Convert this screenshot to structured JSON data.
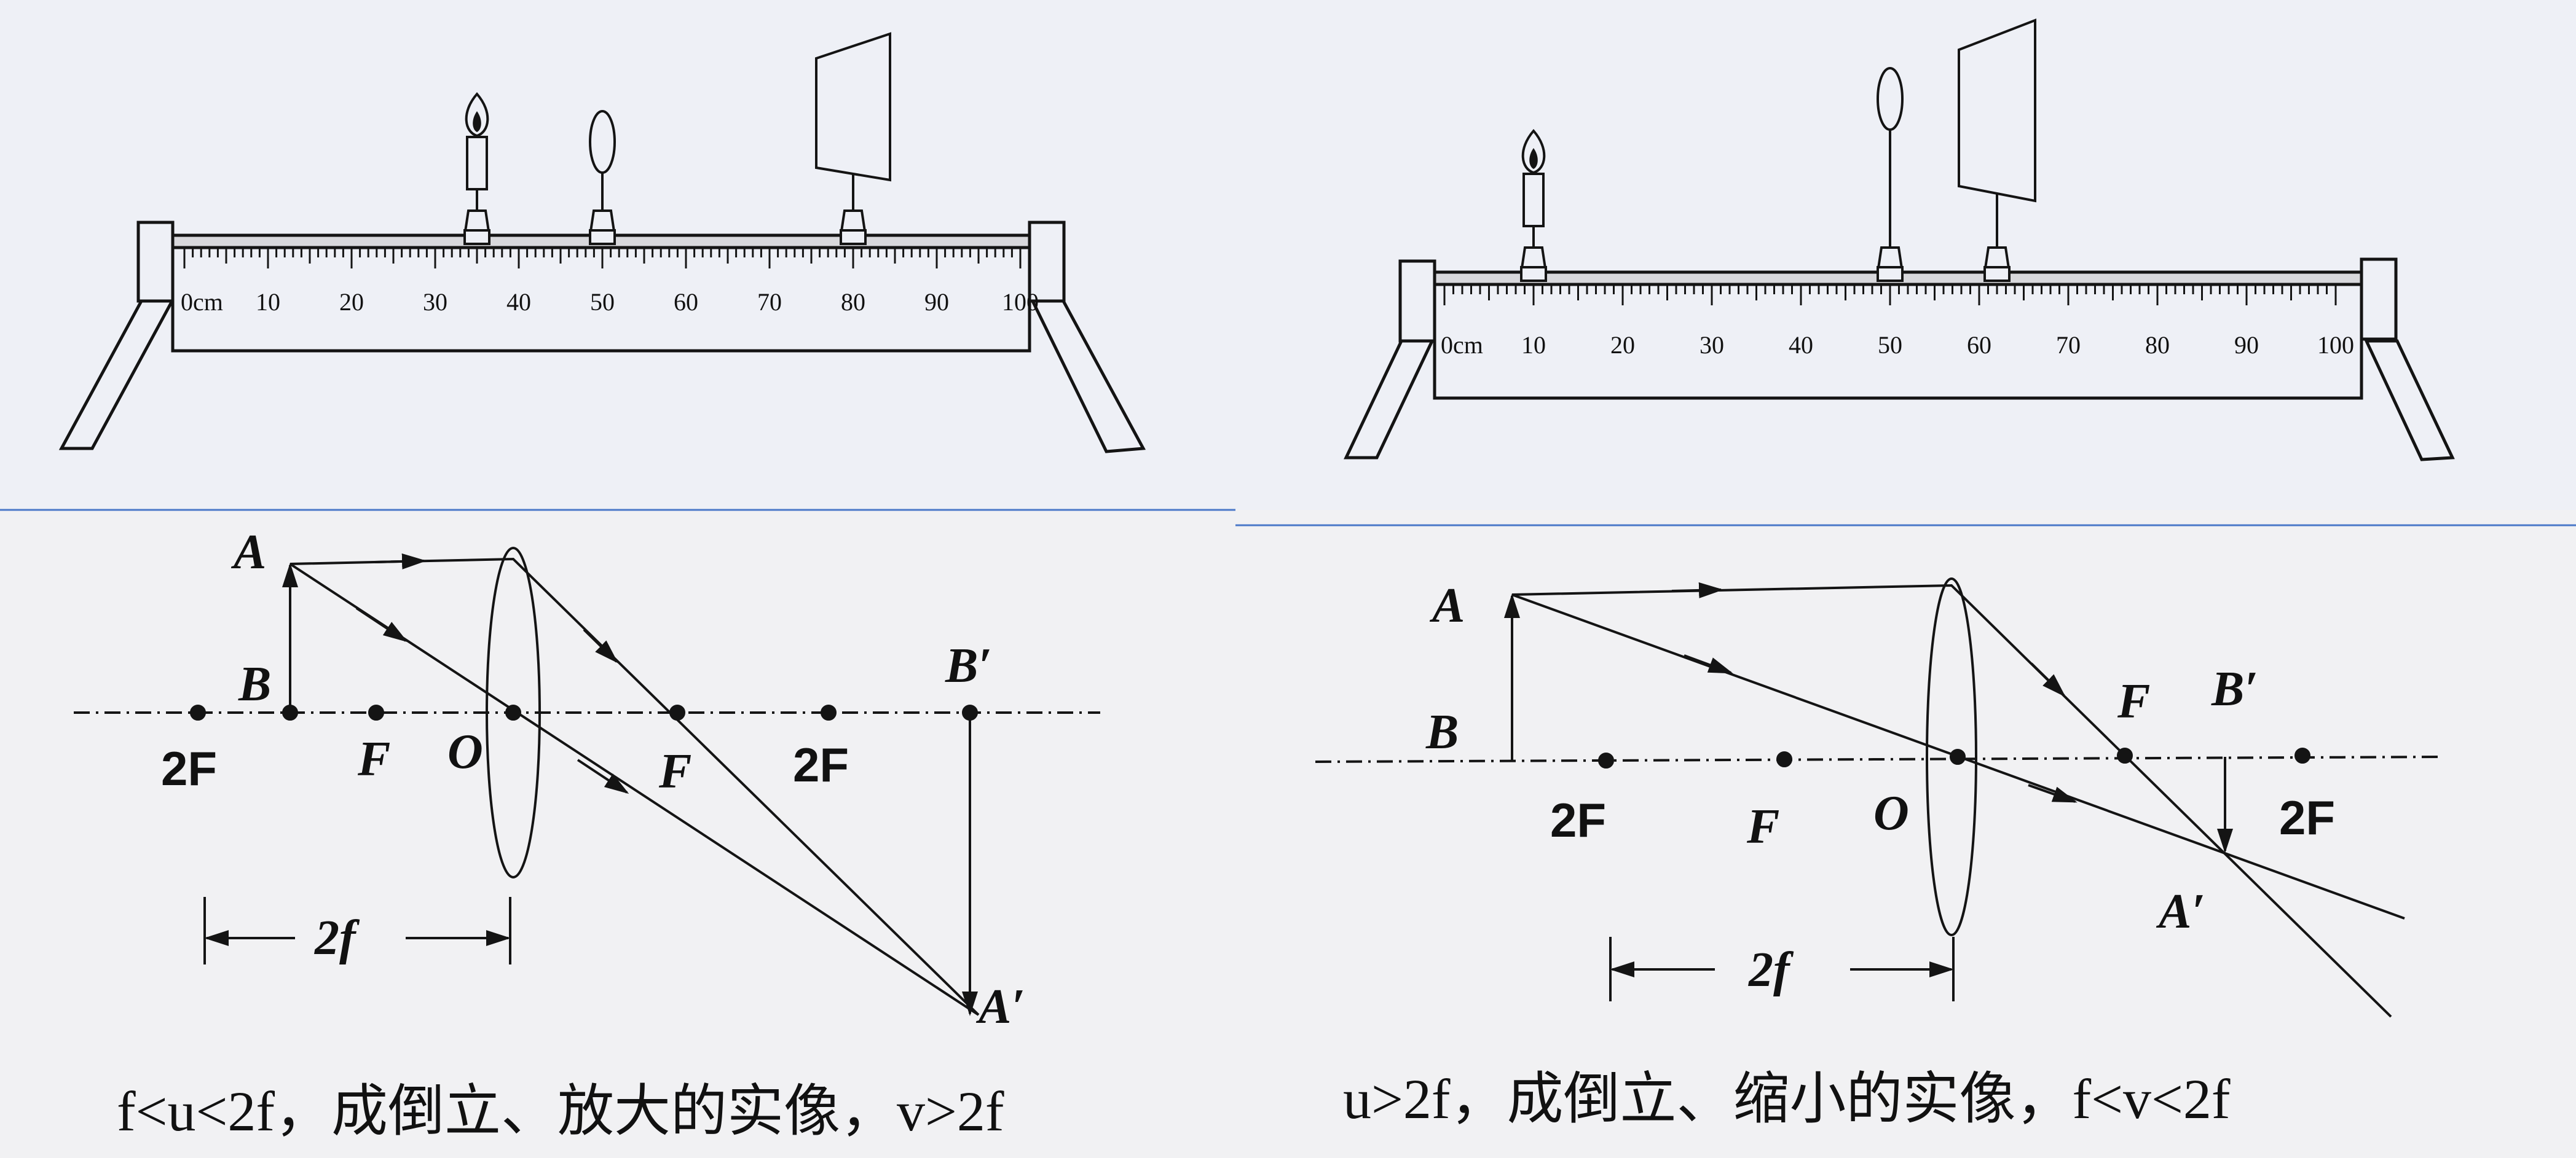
{
  "colors": {
    "ink": "#141414",
    "paper": "#eef0f6",
    "divider": "#4a78c8"
  },
  "benches": [
    {
      "scale_min": 0,
      "scale_max": 100,
      "unit": "cm",
      "tick_labels": [
        "0cm",
        "10",
        "20",
        "30",
        "40",
        "50",
        "60",
        "70",
        "80",
        "90",
        "100"
      ],
      "candle_cm": 35,
      "lens_cm": 50,
      "screen_cm": 80
    },
    {
      "scale_min": 0,
      "scale_max": 100,
      "unit": "cm",
      "tick_labels": [
        "0cm",
        "10",
        "20",
        "30",
        "40",
        "50",
        "60",
        "70",
        "80",
        "90",
        "100"
      ],
      "candle_cm": 10,
      "lens_cm": 50,
      "screen_cm": 62
    }
  ],
  "ray_diagrams": [
    {
      "labels": {
        "A": "A",
        "B": "B",
        "B_prime": "B′",
        "A_prime": "A′",
        "O": "O",
        "F_left": "F",
        "F_right": "F",
        "twoF_left": "2F",
        "twoF_right": "2F",
        "distance": "2f"
      },
      "caption": "f<u<2f，成倒立、放大的实像，v>2f"
    },
    {
      "labels": {
        "A": "A",
        "B": "B",
        "B_prime": "B′",
        "A_prime": "A′",
        "O": "O",
        "F_left": "F",
        "F_right": "F",
        "twoF_left": "2F",
        "twoF_right": "2F",
        "distance": "2f"
      },
      "caption": "u>2f，成倒立、缩小的实像，f<v<2f"
    }
  ]
}
